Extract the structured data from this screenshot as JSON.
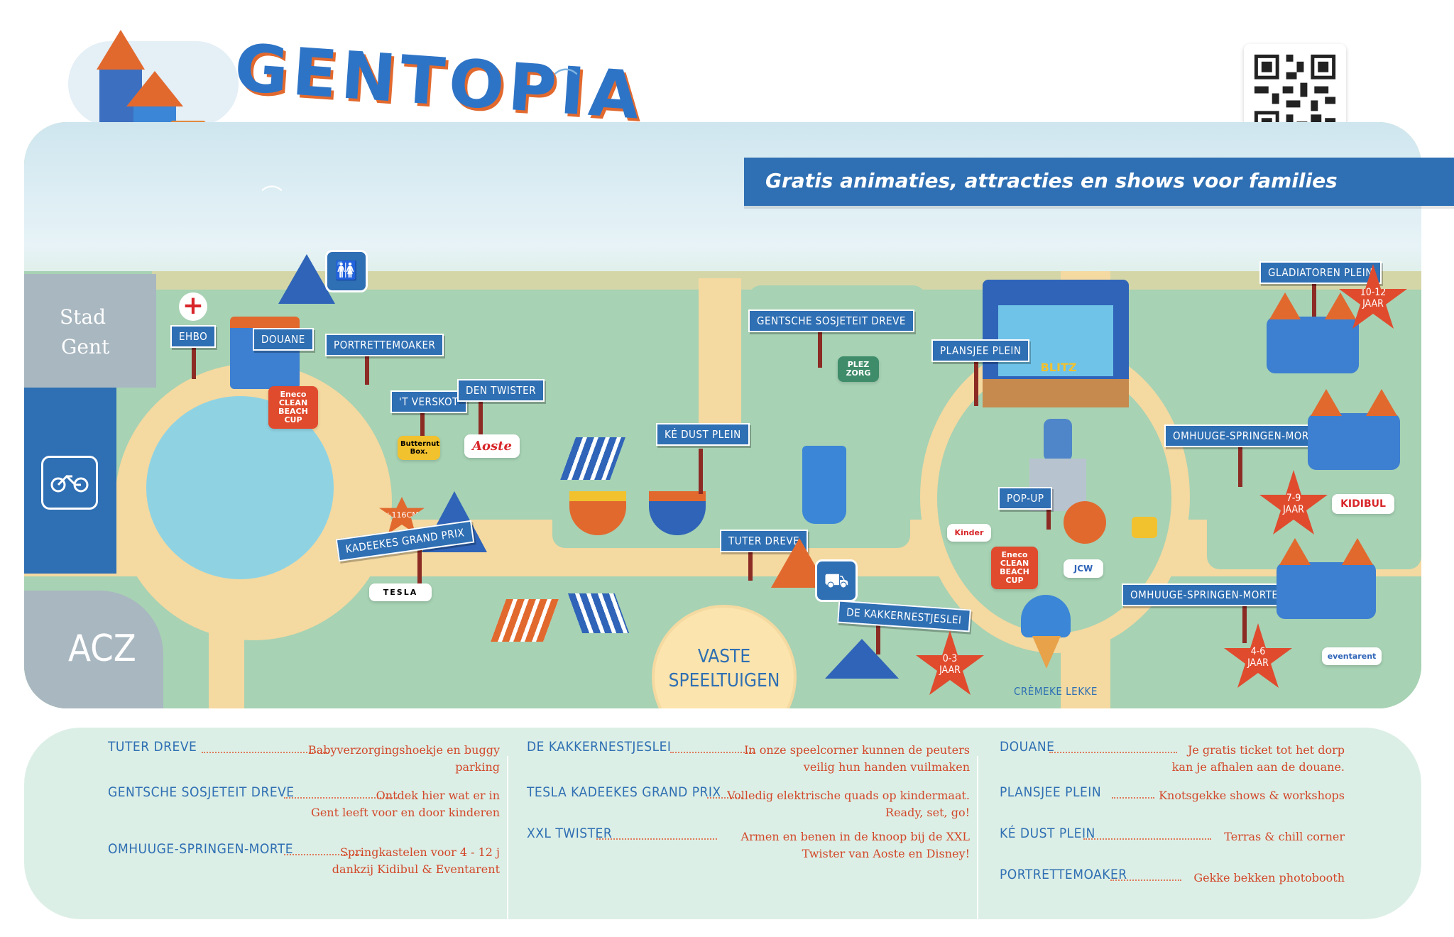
{
  "header": {
    "logo_title": "GENTOPIA",
    "banner": "Gratis animaties, attracties en shows voor families",
    "qr_icon": "qr-code-icon"
  },
  "colors": {
    "primary_blue": "#2f6fb3",
    "accent_orange": "#e2692e",
    "star_red": "#e04b2e",
    "lawn_green": "#a7d2b4",
    "path_sand": "#f4d9a0",
    "pond_blue": "#8fd3e3"
  },
  "side_tabs": {
    "stad_gent_line1": "Stad",
    "stad_gent_line2": "Gent",
    "bike_icon": "bicycle-icon",
    "acz": "ACZ"
  },
  "map": {
    "signs": {
      "ehbo": "EHBO",
      "douane": "DOUANE",
      "portrettemoaker": "PORTRETTEMOAKER",
      "verskot": "'T VERSKOT",
      "den_twister": "DEN TWISTER",
      "kadeekes": "KADEEKES GRAND PRIX",
      "gentsche": "GENTSCHE SOSJETEIT DREVE",
      "ke_dust": "KÉ DUST PLEIN",
      "tuter": "TUTER DREVE",
      "plansjee": "PLANSJEE PLEIN",
      "pop_up": "POP-UP",
      "kakkernest": "DE KAKKERNESTJESLEI",
      "cremeke": "CRÈMEKE LEKKE",
      "gladiatoren": "GLADIATOREN PLEIN",
      "omhuuge_1": "OMHUUGE-SPRINGEN-MORTE",
      "omhuuge_2": "OMHUUGE-SPRINGEN-MORTE"
    },
    "vaste_line1": "VASTE",
    "vaste_line2": "SPEELTUIGEN",
    "height_badge": "+116CM",
    "stars": {
      "s10_12_a": "10-12",
      "s10_12_b": "JAAR",
      "s7_9_a": "7-9",
      "s7_9_b": "JAAR",
      "s4_6_a": "4-6",
      "s4_6_b": "JAAR",
      "s0_3_a": "0-3",
      "s0_3_b": "JAAR"
    },
    "sponsors": {
      "eneco1_a": "Eneco",
      "eneco1_b": "CLEAN",
      "eneco1_c": "BEACH",
      "eneco1_d": "CUP",
      "eneco2_a": "Eneco",
      "eneco2_b": "CLEAN",
      "eneco2_c": "BEACH",
      "eneco2_d": "CUP",
      "butternut_a": "Butternut",
      "butternut_b": "Box.",
      "aoste": "Aoste",
      "tesla": "TESLA",
      "plezorg_a": "PLEZ",
      "plezorg_b": "ZORG",
      "kidibul": "KIDIBUL",
      "eventarent": "eventarent",
      "jcw": "JCW",
      "kinder": "Kinder",
      "blitz": "BLITZ"
    }
  },
  "legend": {
    "col1": [
      {
        "title": "TUTER DREVE",
        "desc1": "Babyverzorgingshoekje en buggy",
        "desc2": "parking"
      },
      {
        "title": "GENTSCHE SOSJETEIT DREVE",
        "desc1": "Ontdek hier wat er in",
        "desc2": "Gent leeft voor en door kinderen"
      },
      {
        "title": "OMHUUGE-SPRINGEN-MORTE",
        "desc1": "Springkastelen voor 4 - 12 j",
        "desc2": "dankzij Kidibul & Eventarent"
      }
    ],
    "col2": [
      {
        "title": "DE KAKKERNESTJESLEI",
        "desc1": "In onze speelcorner kunnen de peuters",
        "desc2": "veilig hun handen vuilmaken"
      },
      {
        "title": "TESLA KADEEKES GRAND PRIX",
        "desc1": "Volledig elektrische quads op kindermaat.",
        "desc2": "Ready, set, go!"
      },
      {
        "title": "XXL TWISTER",
        "desc1": "Armen en benen in de knoop bij de XXL",
        "desc2": "Twister van Aoste en Disney!"
      }
    ],
    "col3": [
      {
        "title": "DOUANE",
        "desc1": "Je gratis ticket tot het dorp",
        "desc2": "kan je afhalen aan de douane."
      },
      {
        "title": "PLANSJEE PLEIN",
        "desc1": "Knotsgekke shows & workshops",
        "desc2": ""
      },
      {
        "title": "KÉ DUST PLEIN",
        "desc1": "Terras & chill corner",
        "desc2": ""
      },
      {
        "title": "PORTRETTEMOAKER",
        "desc1": "Gekke bekken photobooth",
        "desc2": ""
      }
    ]
  }
}
